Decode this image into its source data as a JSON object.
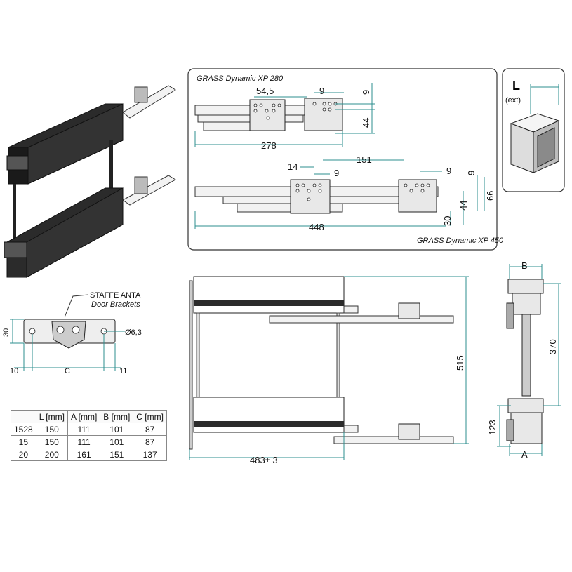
{
  "slides": {
    "xp280_title": "GRASS Dynamic XP 280",
    "xp450_title": "GRASS Dynamic XP 450",
    "xp280_dims": {
      "d1": "54,5",
      "d2": "9",
      "d3": "9",
      "d4": "44",
      "length": "278"
    },
    "xp450_dims": {
      "d1": "14",
      "d2": "9",
      "d3": "151",
      "d4": "9",
      "d5": "9",
      "d6": "66",
      "d7": "44",
      "d8": "30",
      "length": "448"
    }
  },
  "cabinet": {
    "label": "L",
    "sublabel": "(ext)"
  },
  "bracket": {
    "title": "STAFFE ANTA",
    "subtitle": "Door Brackets",
    "height": "30",
    "hole": "Ø6,3",
    "left_offset": "10",
    "center": "C",
    "right_offset": "11"
  },
  "front_view": {
    "width": "483± 3",
    "height": "515"
  },
  "side_view": {
    "top": "B",
    "height_upper": "370",
    "height_lower": "123",
    "bottom": "A"
  },
  "spec_table": {
    "headers": [
      "",
      "L [mm]",
      "A [mm]",
      "B [mm]",
      "C [mm]"
    ],
    "rows": [
      [
        "1528",
        "150",
        "111",
        "101",
        "87"
      ],
      [
        "15",
        "150",
        "111",
        "101",
        "87"
      ],
      [
        "20",
        "200",
        "161",
        "151",
        "137"
      ]
    ]
  },
  "colors": {
    "dimension": "#2e8f8f",
    "product": "#2b2b2b"
  }
}
